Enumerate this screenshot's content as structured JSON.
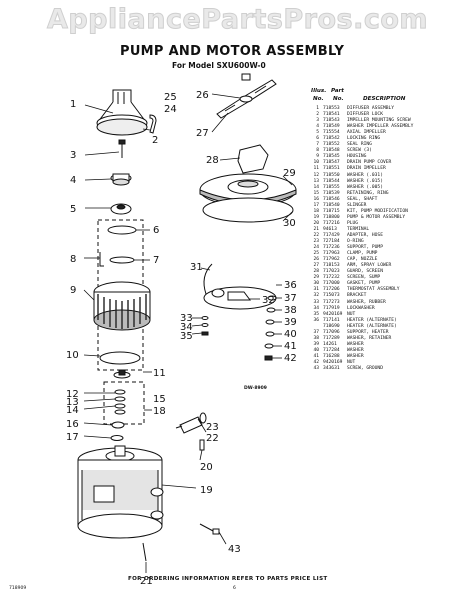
{
  "watermark": "AppliancePartsPros.com",
  "title": "PUMP AND MOTOR ASSEMBLY",
  "model": "For Model SXU600W-0",
  "table": {
    "header_illus_1": "Illus.",
    "header_illus_2": "No.",
    "header_part_1": "Part",
    "header_part_2": "No.",
    "header_desc": "DESCRIPTION",
    "rows": [
      {
        "n": "1",
        "p": "718553",
        "d": "DIFFUSER ASSEMBLY"
      },
      {
        "n": "2",
        "p": "718541",
        "d": "DIFFUSER LOCK"
      },
      {
        "n": "3",
        "p": "718543",
        "d": "IMPELLER MOUNTING SCREW"
      },
      {
        "n": "4",
        "p": "718549",
        "d": "WASHER IMPELLER ASSEMBLY"
      },
      {
        "n": "5",
        "p": "715554",
        "d": "AXIAL IMPELLER"
      },
      {
        "n": "6",
        "p": "718542",
        "d": "LOCKING RING"
      },
      {
        "n": "7",
        "p": "718552",
        "d": "SEAL RING"
      },
      {
        "n": "8",
        "p": "718548",
        "d": "SCREW (3)"
      },
      {
        "n": "9",
        "p": "718545",
        "d": "HOUSING"
      },
      {
        "n": "10",
        "p": "718547",
        "d": "DRAIN PUMP COVER"
      },
      {
        "n": "11",
        "p": "718551",
        "d": "DRAIN IMPELLER"
      },
      {
        "n": "12",
        "p": "718550",
        "d": "WASHER (.031)"
      },
      {
        "n": "13",
        "p": "718544",
        "d": "WASHER (.015)"
      },
      {
        "n": "14",
        "p": "718555",
        "d": "WASHER (.005)"
      },
      {
        "n": "15",
        "p": "718539",
        "d": "RETAINING, RING"
      },
      {
        "n": "16",
        "p": "718546",
        "d": "SEAL, SHAFT"
      },
      {
        "n": "17",
        "p": "718540",
        "d": "SLINGER"
      },
      {
        "n": "18",
        "p": "718715",
        "d": "KIT, PUMP MODIFICATION"
      },
      {
        "n": "19",
        "p": "718800",
        "d": "PUMP & MOTOR ASSEMBLY"
      },
      {
        "n": "20",
        "p": "717216",
        "d": "PLUG"
      },
      {
        "n": "21",
        "p": "94613",
        "d": "TERMINAL"
      },
      {
        "n": "22",
        "p": "717429",
        "d": "ADAPTER, HOSE"
      },
      {
        "n": "23",
        "p": "727184",
        "d": "O-RING"
      },
      {
        "n": "24",
        "p": "717236",
        "d": "SUPPORT, PUMP"
      },
      {
        "n": "25",
        "p": "717963",
        "d": "CLAMP, PUMP"
      },
      {
        "n": "26",
        "p": "717962",
        "d": "CAP, NOZZLE"
      },
      {
        "n": "27",
        "p": "718153",
        "d": "ARM, SPRAY LOWER"
      },
      {
        "n": "28",
        "p": "717023",
        "d": "GUARD, SCREEN"
      },
      {
        "n": "29",
        "p": "717232",
        "d": "SCREEN, SUMP"
      },
      {
        "n": "30",
        "p": "717000",
        "d": "GASKET, PUMP"
      },
      {
        "n": "31",
        "p": "717206",
        "d": "THERMOSTAT ASSEMBLY"
      },
      {
        "n": "32",
        "p": "715073",
        "d": "BRACKET"
      },
      {
        "n": "33",
        "p": "717273",
        "d": "WASHER, RUBBER"
      },
      {
        "n": "34",
        "p": "717919",
        "d": "LOCKWASHER"
      },
      {
        "n": "35",
        "p": "9420169",
        "d": "NUT"
      },
      {
        "n": "36",
        "p": "717141",
        "d": "HEATER (ALTERNATE)"
      },
      {
        "n": "",
        "p": "718690",
        "d": "HEATER (ALTERNATE)"
      },
      {
        "n": "37",
        "p": "717096",
        "d": "SUPPORT, HEATER"
      },
      {
        "n": "38",
        "p": "717289",
        "d": "WASHER, RETAINER"
      },
      {
        "n": "39",
        "p": "14261",
        "d": "WASHER"
      },
      {
        "n": "40",
        "p": "717284",
        "d": "WASHER"
      },
      {
        "n": "41",
        "p": "716288",
        "d": "WASHER"
      },
      {
        "n": "42",
        "p": "9420169",
        "d": "NUT"
      },
      {
        "n": "43",
        "p": "343631",
        "d": "SCREW, GROUND"
      }
    ]
  },
  "callouts": [
    "1",
    "2",
    "3",
    "4",
    "5",
    "6",
    "7",
    "8",
    "9",
    "10",
    "11",
    "12",
    "13",
    "14",
    "15",
    "16",
    "17",
    "18",
    "19",
    "20",
    "21",
    "22",
    "23",
    "24",
    "25",
    "26",
    "27",
    "28",
    "29",
    "30",
    "31",
    "32",
    "33",
    "34",
    "35",
    "36",
    "37",
    "38",
    "39",
    "40",
    "41",
    "42",
    "43"
  ],
  "diagram_code": "DW-8909",
  "footer": "FOR ORDERING INFORMATION REFER TO PARTS PRICE LIST",
  "page_code": "718909",
  "page_number": "6"
}
